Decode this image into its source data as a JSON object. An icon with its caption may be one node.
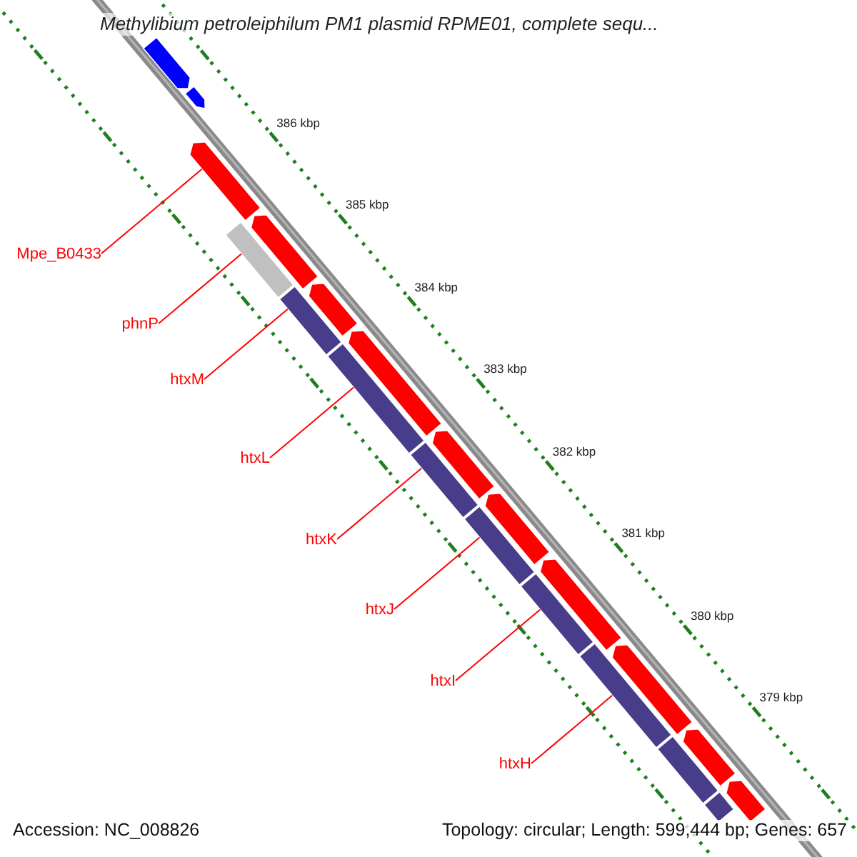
{
  "diagram": {
    "title": "Methylibium petroleiphilum PM1 plasmid RPME01, complete sequ...",
    "nodes": [
      {
        "text": [
          "Mpe_B0433"
        ]
      },
      {
        "text": [
          "phnP"
        ]
      },
      {
        "text": [
          "htxM"
        ]
      },
      {
        "text": [
          "htxL"
        ]
      },
      {
        "text": [
          "htxK"
        ]
      },
      {
        "text": [
          "htxJ"
        ]
      },
      {
        "text": [
          "htxI"
        ]
      },
      {
        "text": [
          "htxH"
        ]
      },
      {
        "text": [],
        "shape": "arrow"
      },
      {
        "text": [],
        "shape": "arrow"
      },
      {
        "text": [],
        "shape": "arrow"
      },
      {
        "text": [],
        "shape": "arrow"
      },
      {
        "text": [],
        "shape": "arrow"
      },
      {
        "text": [],
        "shape": "arrow"
      },
      {
        "text": [],
        "shape": "arrow"
      },
      {
        "text": [],
        "shape": "arrow"
      },
      {
        "text": [],
        "shape": "arrow"
      },
      {
        "text": [],
        "shape": "arrow"
      },
      {
        "text": [],
        "shape": "arrow"
      },
      {
        "text": [],
        "shape": "arrow"
      },
      {
        "text": [],
        "shape": "bar"
      },
      {
        "text": [],
        "shape": "bar"
      },
      {
        "text": [],
        "shape": "bar"
      },
      {
        "text": [],
        "shape": "bar"
      },
      {
        "text": [],
        "shape": "bar"
      },
      {
        "text": [],
        "shape": "bar"
      },
      {
        "text": [],
        "shape": "bar"
      },
      {
        "text": [],
        "shape": "bar"
      },
      {
        "text": [],
        "shape": "bar"
      }
    ],
    "edges": [
      {
        "from": 0,
        "to": 10,
        "arrow": "none"
      },
      {
        "from": 1,
        "to": 20,
        "arrow": "none"
      },
      {
        "from": 2,
        "to": 21,
        "arrow": "none"
      },
      {
        "from": 3,
        "to": 22,
        "arrow": "none"
      },
      {
        "from": 4,
        "to": 23,
        "arrow": "none"
      },
      {
        "from": 5,
        "to": 24,
        "arrow": "none"
      },
      {
        "from": 6,
        "to": 25,
        "arrow": "none"
      },
      {
        "from": 7,
        "to": 26,
        "arrow": "none"
      }
    ],
    "labels": [
      "386 kbp",
      "385 kbp",
      "384 kbp",
      "383 kbp",
      "382 kbp",
      "381 kbp",
      "380 kbp",
      "379 kbp",
      "Accession: NC_008826",
      "Topology: circular; Length: 599,444 bp; Genes: 657"
    ]
  }
}
